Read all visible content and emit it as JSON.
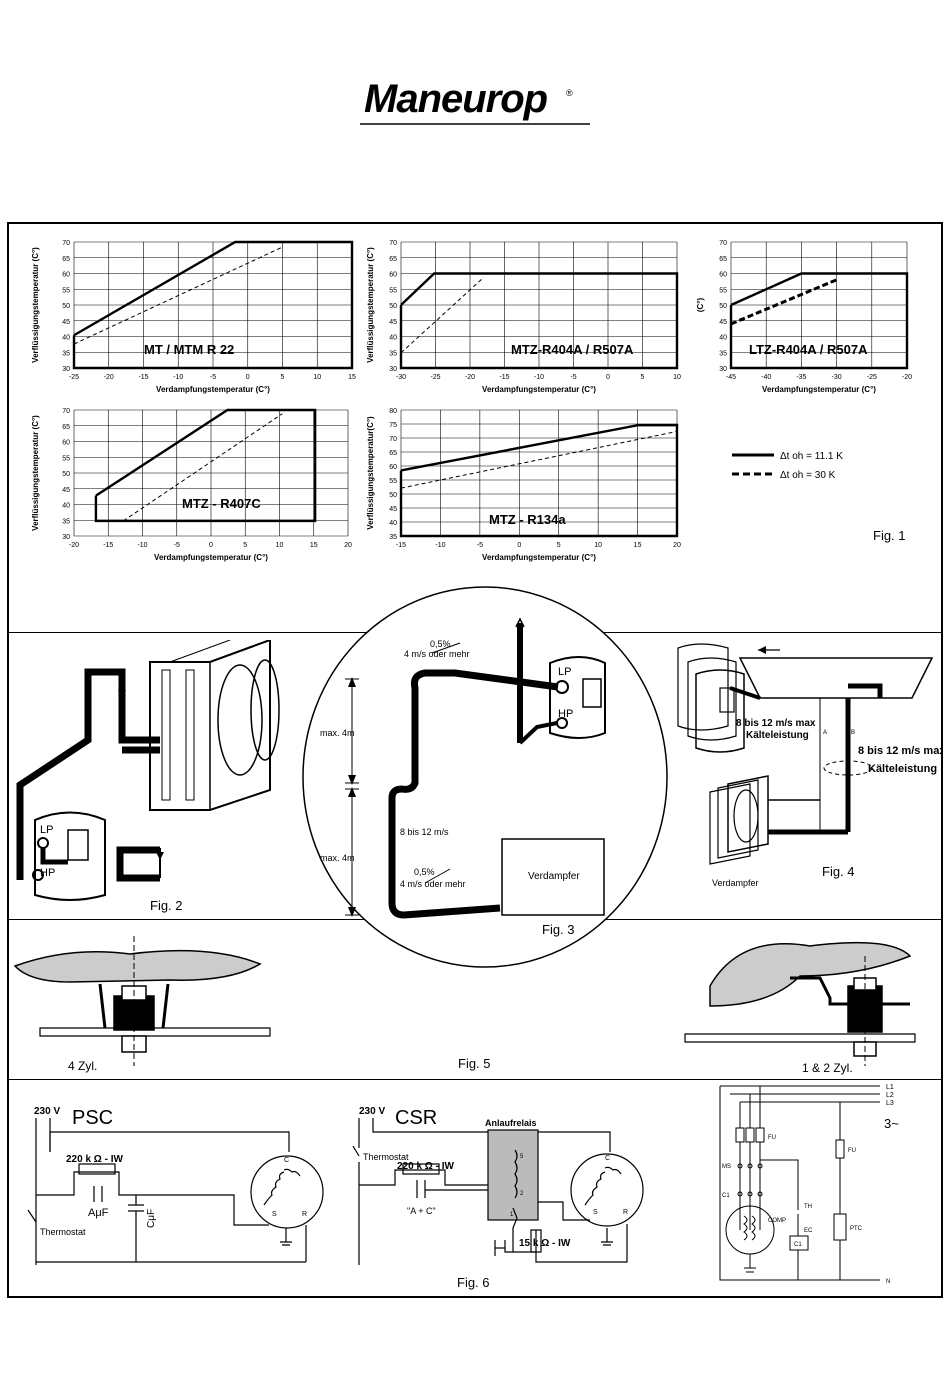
{
  "logo": {
    "text": "Maneurop",
    "registered": "®"
  },
  "charts": [
    {
      "id": "c1",
      "label": "MT / MTM R 22",
      "xlabel": "Verdampfungstemperatur  (C°)",
      "ylabel": "Verflüssigungstemperatur (C°)",
      "xticks": [
        "-25",
        "-20",
        "-15",
        "-10",
        "-5",
        "0",
        "5",
        "10",
        "15"
      ],
      "yticks": [
        "30",
        "35",
        "40",
        "45",
        "50",
        "55",
        "60",
        "65",
        "70"
      ]
    },
    {
      "id": "c2",
      "label": "MTZ-R404A / R507A",
      "xlabel": "Verdampfungstemperatur  (C°)",
      "ylabel": "Verflüssigungstemperatur (C°)",
      "xticks": [
        "-30",
        "-25",
        "-20",
        "-15",
        "-10",
        "-5",
        "0",
        "5",
        "10"
      ],
      "yticks": [
        "30",
        "35",
        "40",
        "45",
        "50",
        "55",
        "60",
        "65",
        "70"
      ]
    },
    {
      "id": "c3",
      "label": "LTZ-R404A / R507A",
      "xlabel": "Verdampfungstemperatur  (C°)",
      "ylabel": "(C°)",
      "xticks": [
        "-45",
        "-40",
        "-35",
        "-30",
        "-25",
        "-20"
      ],
      "yticks": [
        "30",
        "35",
        "40",
        "45",
        "50",
        "55",
        "60",
        "65",
        "70"
      ]
    },
    {
      "id": "c4",
      "label": "MTZ - R407C",
      "xlabel": "Verdampfungstemperatur  (C°)",
      "ylabel": "Verflüssigungstemperatur (C°)",
      "xticks": [
        "-20",
        "-15",
        "-10",
        "-5",
        "0",
        "5",
        "10",
        "15",
        "20"
      ],
      "yticks": [
        "30",
        "35",
        "40",
        "45",
        "50",
        "55",
        "60",
        "65",
        "70"
      ]
    },
    {
      "id": "c5",
      "label": "MTZ - R134a",
      "xlabel": "Verdampfungstemperatur  (C°)",
      "ylabel": "Verflüssigungstemperatur(C°)",
      "xticks": [
        "-15",
        "-10",
        "-5",
        "0",
        "5",
        "10",
        "15",
        "20"
      ],
      "yticks": [
        "35",
        "40",
        "45",
        "50",
        "55",
        "60",
        "65",
        "70",
        "75",
        "80"
      ]
    }
  ],
  "legend": {
    "solid": "Δt oh = 11.1 K",
    "dashed": "Δt oh = 30 K"
  },
  "figs": {
    "fig1": "Fig. 1",
    "fig2": "Fig. 2",
    "fig3": "Fig. 3",
    "fig4": "Fig. 4",
    "fig5": "Fig. 5",
    "fig6": "Fig. 6"
  },
  "fig2": {
    "lp": "LP",
    "hp": "HP"
  },
  "fig3": {
    "slope_top": "0,5%",
    "speed_top": "4 m/s oder mehr",
    "max1": "max. 4m",
    "max2": "max. 4m",
    "speed_mid": "8 bis 12 m/s",
    "slope_bot": "0,5%",
    "speed_bot": "4 m/s oder mehr",
    "evap": "Verdampfer",
    "lp": "LP",
    "hp": "HP"
  },
  "fig4": {
    "speed1": "8 bis 12 m/s max",
    "cap1": "Kälteleistung",
    "speed2": "8 bis 12 m/s max",
    "cap2": "Kälteleistung",
    "evap": "Verdampfer",
    "a": "A",
    "b": "B"
  },
  "fig5": {
    "left": "4 Zyl.",
    "right": "1 & 2 Zyl."
  },
  "fig6": {
    "psc": {
      "voltage": "230 V",
      "title": "PSC",
      "res": "220 k Ω - IW",
      "cap1": "AμF",
      "cap2": "CμF",
      "thermo": "Thermostat",
      "s": "S",
      "r": "R",
      "c": "C"
    },
    "csr": {
      "voltage": "230 V",
      "title": "CSR",
      "relay": "Anlaufrelais",
      "thermo": "Thermostat",
      "res": "220 k Ω - IW",
      "cap": "\"A + C\"",
      "res2": "15 k Ω - IW",
      "n5": "5",
      "n2": "2",
      "n1": "1",
      "s": "S",
      "r": "R",
      "c": "C"
    },
    "three": {
      "l1": "L1",
      "l2": "L2",
      "l3": "L3",
      "fu1": "FU",
      "fu2": "FU",
      "ms": "MS",
      "c1": "C1",
      "th": "TH",
      "ec": "EC",
      "comp": "COMP",
      "ptc": "PTC",
      "c1b": "C1",
      "n": "N",
      "phase": "3~"
    }
  }
}
